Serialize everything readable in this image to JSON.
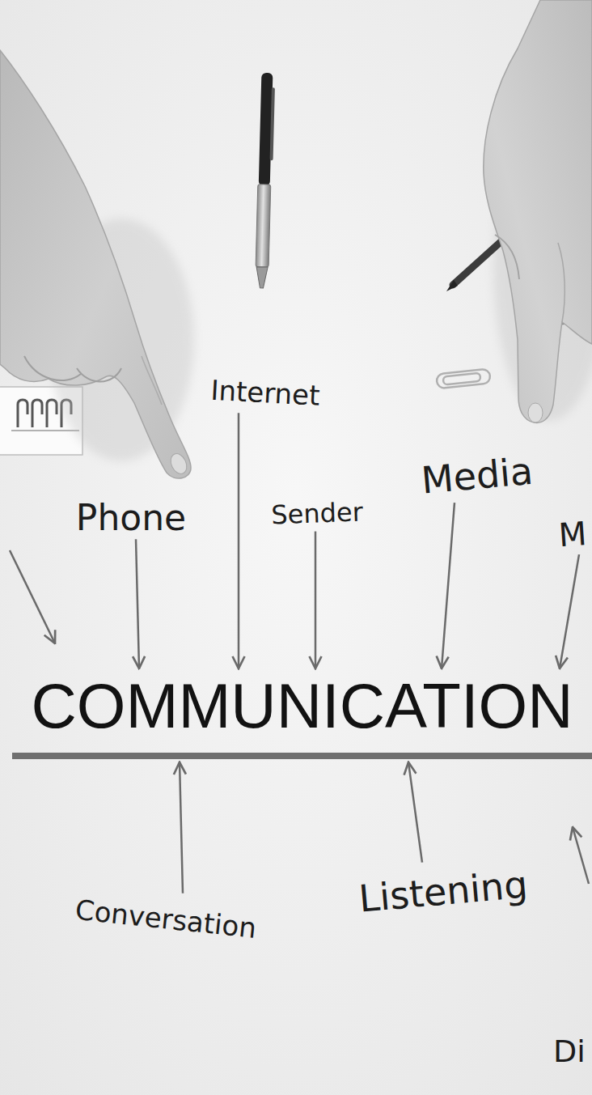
{
  "diagram": {
    "nodes": [
      {
        "text": [
          "Internet"
        ]
      },
      {
        "text": [
          "Phone"
        ]
      },
      {
        "text": [
          "Sender"
        ]
      },
      {
        "text": [
          "Media"
        ]
      },
      {
        "text": [
          "M"
        ]
      },
      {
        "text": [
          "COMMUNICATION"
        ]
      },
      {
        "text": [
          "Conversation"
        ]
      },
      {
        "text": [
          "Listening"
        ]
      },
      {
        "text": [
          "Di"
        ]
      }
    ],
    "edges": [
      {
        "from": 0,
        "to": 5,
        "arrow": "to"
      },
      {
        "from": 1,
        "to": 5,
        "arrow": "to"
      },
      {
        "from": 2,
        "to": 5,
        "arrow": "to"
      },
      {
        "from": 3,
        "to": 5,
        "arrow": "to"
      },
      {
        "from": 4,
        "to": 5,
        "arrow": "to"
      },
      {
        "from": 6,
        "to": 5,
        "arrow": "to"
      },
      {
        "from": 7,
        "to": 5,
        "arrow": "to"
      }
    ]
  }
}
